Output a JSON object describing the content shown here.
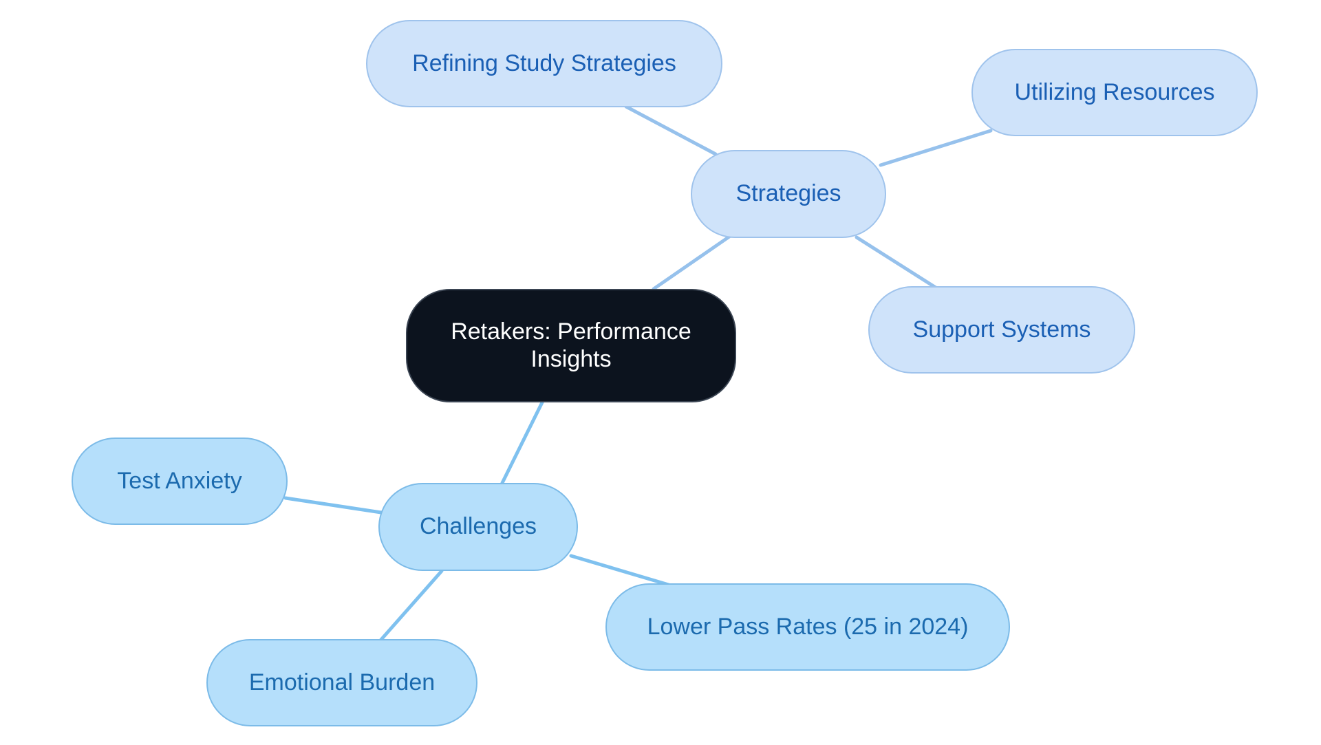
{
  "diagram": {
    "root": {
      "label": "Retakers: Performance Insights"
    },
    "branches": [
      {
        "label": "Strategies",
        "children": [
          {
            "label": "Refining Study Strategies"
          },
          {
            "label": "Utilizing Resources"
          },
          {
            "label": "Support Systems"
          }
        ]
      },
      {
        "label": "Challenges",
        "children": [
          {
            "label": "Test Anxiety"
          },
          {
            "label": "Emotional Burden"
          },
          {
            "label": "Lower Pass Rates (25 in 2024)"
          }
        ]
      }
    ]
  },
  "colors": {
    "root_fill": "#0c131e",
    "strategy_fill": "#cfe3fa",
    "strategy_text": "#1a5fb4",
    "challenge_fill": "#b5dffb",
    "challenge_text": "#1b6aae",
    "strategy_link": "#96c1ec",
    "challenge_link": "#7fc1ef"
  }
}
